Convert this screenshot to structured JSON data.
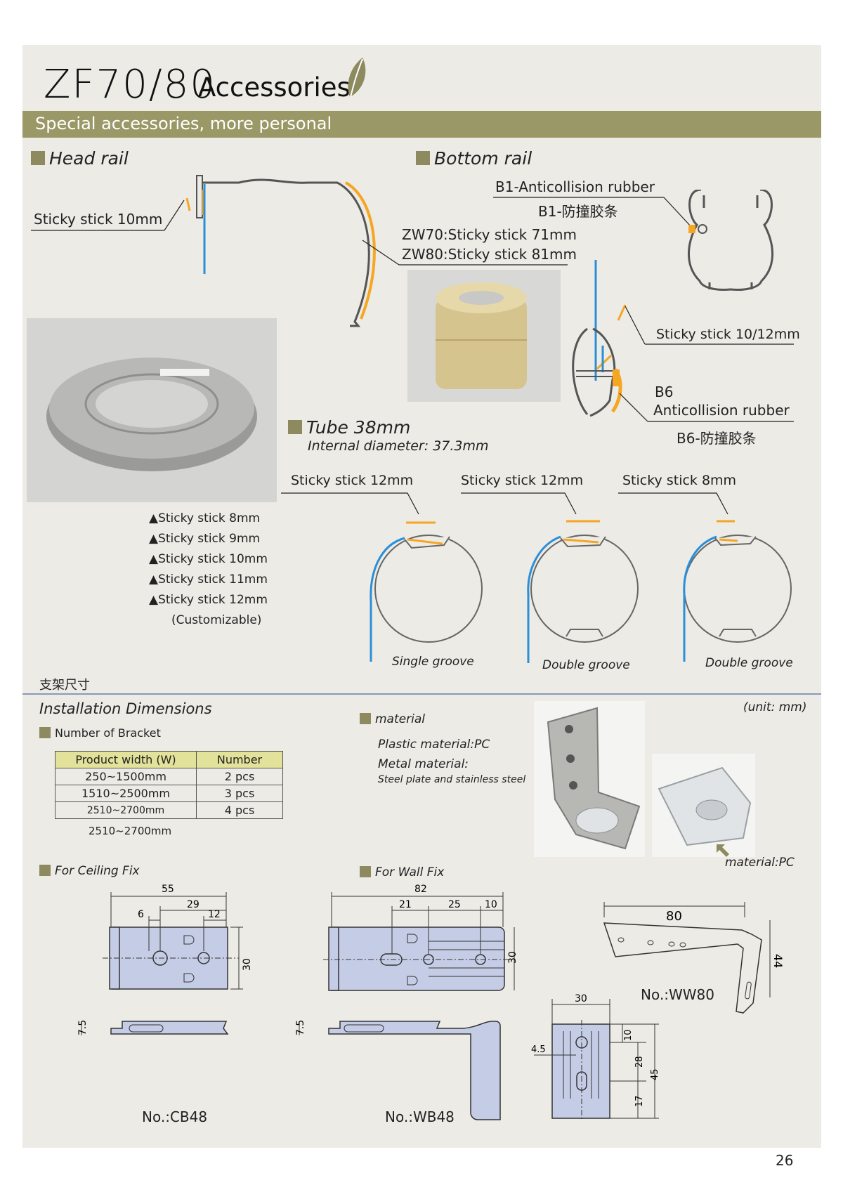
{
  "header": {
    "title_number": "ZF70/80",
    "title_word": "Accessories",
    "subtitle": "Special accessories, more personal"
  },
  "head_rail": {
    "heading": "Head rail",
    "sticky_label": "Sticky stick 10mm",
    "zw_lines": [
      "ZW70:Sticky stick 71mm",
      "ZW80:Sticky stick 81mm"
    ]
  },
  "bottom_rail": {
    "heading": "Bottom rail",
    "b1_label": "B1-Anticollision rubber",
    "b1_cn": "B1-防撞胶条",
    "sticky_label": "Sticky stick 10/12mm",
    "b6_code": "B6",
    "b6_label": "Anticollision rubber",
    "b6_cn": "B6-防撞胶条"
  },
  "sticky_list": {
    "items": [
      "▲Sticky stick 8mm",
      "▲Sticky stick 9mm",
      "▲Sticky stick 10mm",
      "▲Sticky stick 11mm",
      "▲Sticky stick 12mm"
    ],
    "note": "(Customizable)"
  },
  "tube": {
    "heading": "Tube 38mm",
    "subheading": "Internal diameter: 37.3mm",
    "profiles": [
      {
        "sticky": "Sticky stick 12mm",
        "groove": "Single groove"
      },
      {
        "sticky": "Sticky stick 12mm",
        "groove": "Double groove"
      },
      {
        "sticky": "Sticky stick 8mm",
        "groove": "Double groove"
      }
    ]
  },
  "install": {
    "cn_title": "支架尺寸",
    "heading": "Installation Dimensions",
    "unit": "(unit: mm)",
    "bracket_count_title": "Number of Bracket",
    "table_headers": [
      "Product width (W)",
      "Number"
    ],
    "table_rows": [
      [
        "250~1500mm",
        "2 pcs"
      ],
      [
        "1510~2500mm",
        "3 pcs"
      ],
      [
        "2510~2700mm",
        "4 pcs"
      ]
    ],
    "extra_line": "2510~2700mm",
    "material_title": "material",
    "plastic": "Plastic material:PC",
    "metal": "Metal material:",
    "metal_detail": "Steel plate and stainless steel",
    "material_pc": "material:PC",
    "ceiling_title": "For Ceiling Fix",
    "wall_title": "For Wall Fix"
  },
  "drawings": {
    "cb48": {
      "name": "No.:CB48",
      "dims": [
        "55",
        "29",
        "6",
        "12",
        "30",
        "7.5"
      ]
    },
    "wb48": {
      "name": "No.:WB48",
      "dims": [
        "82",
        "21",
        "25",
        "10",
        "30",
        "7.5"
      ]
    },
    "ww80": {
      "name": "No.:WW80",
      "dims": [
        "80",
        "44"
      ]
    },
    "clip": {
      "dims": [
        "30",
        "4.5",
        "10",
        "28",
        "45",
        "17"
      ]
    }
  },
  "page_number": "26",
  "colors": {
    "accent": "#9a9866",
    "square": "#8c8a5e",
    "orange": "#f5a623",
    "blue": "#2a8fd8",
    "part": "#c5cde6"
  }
}
